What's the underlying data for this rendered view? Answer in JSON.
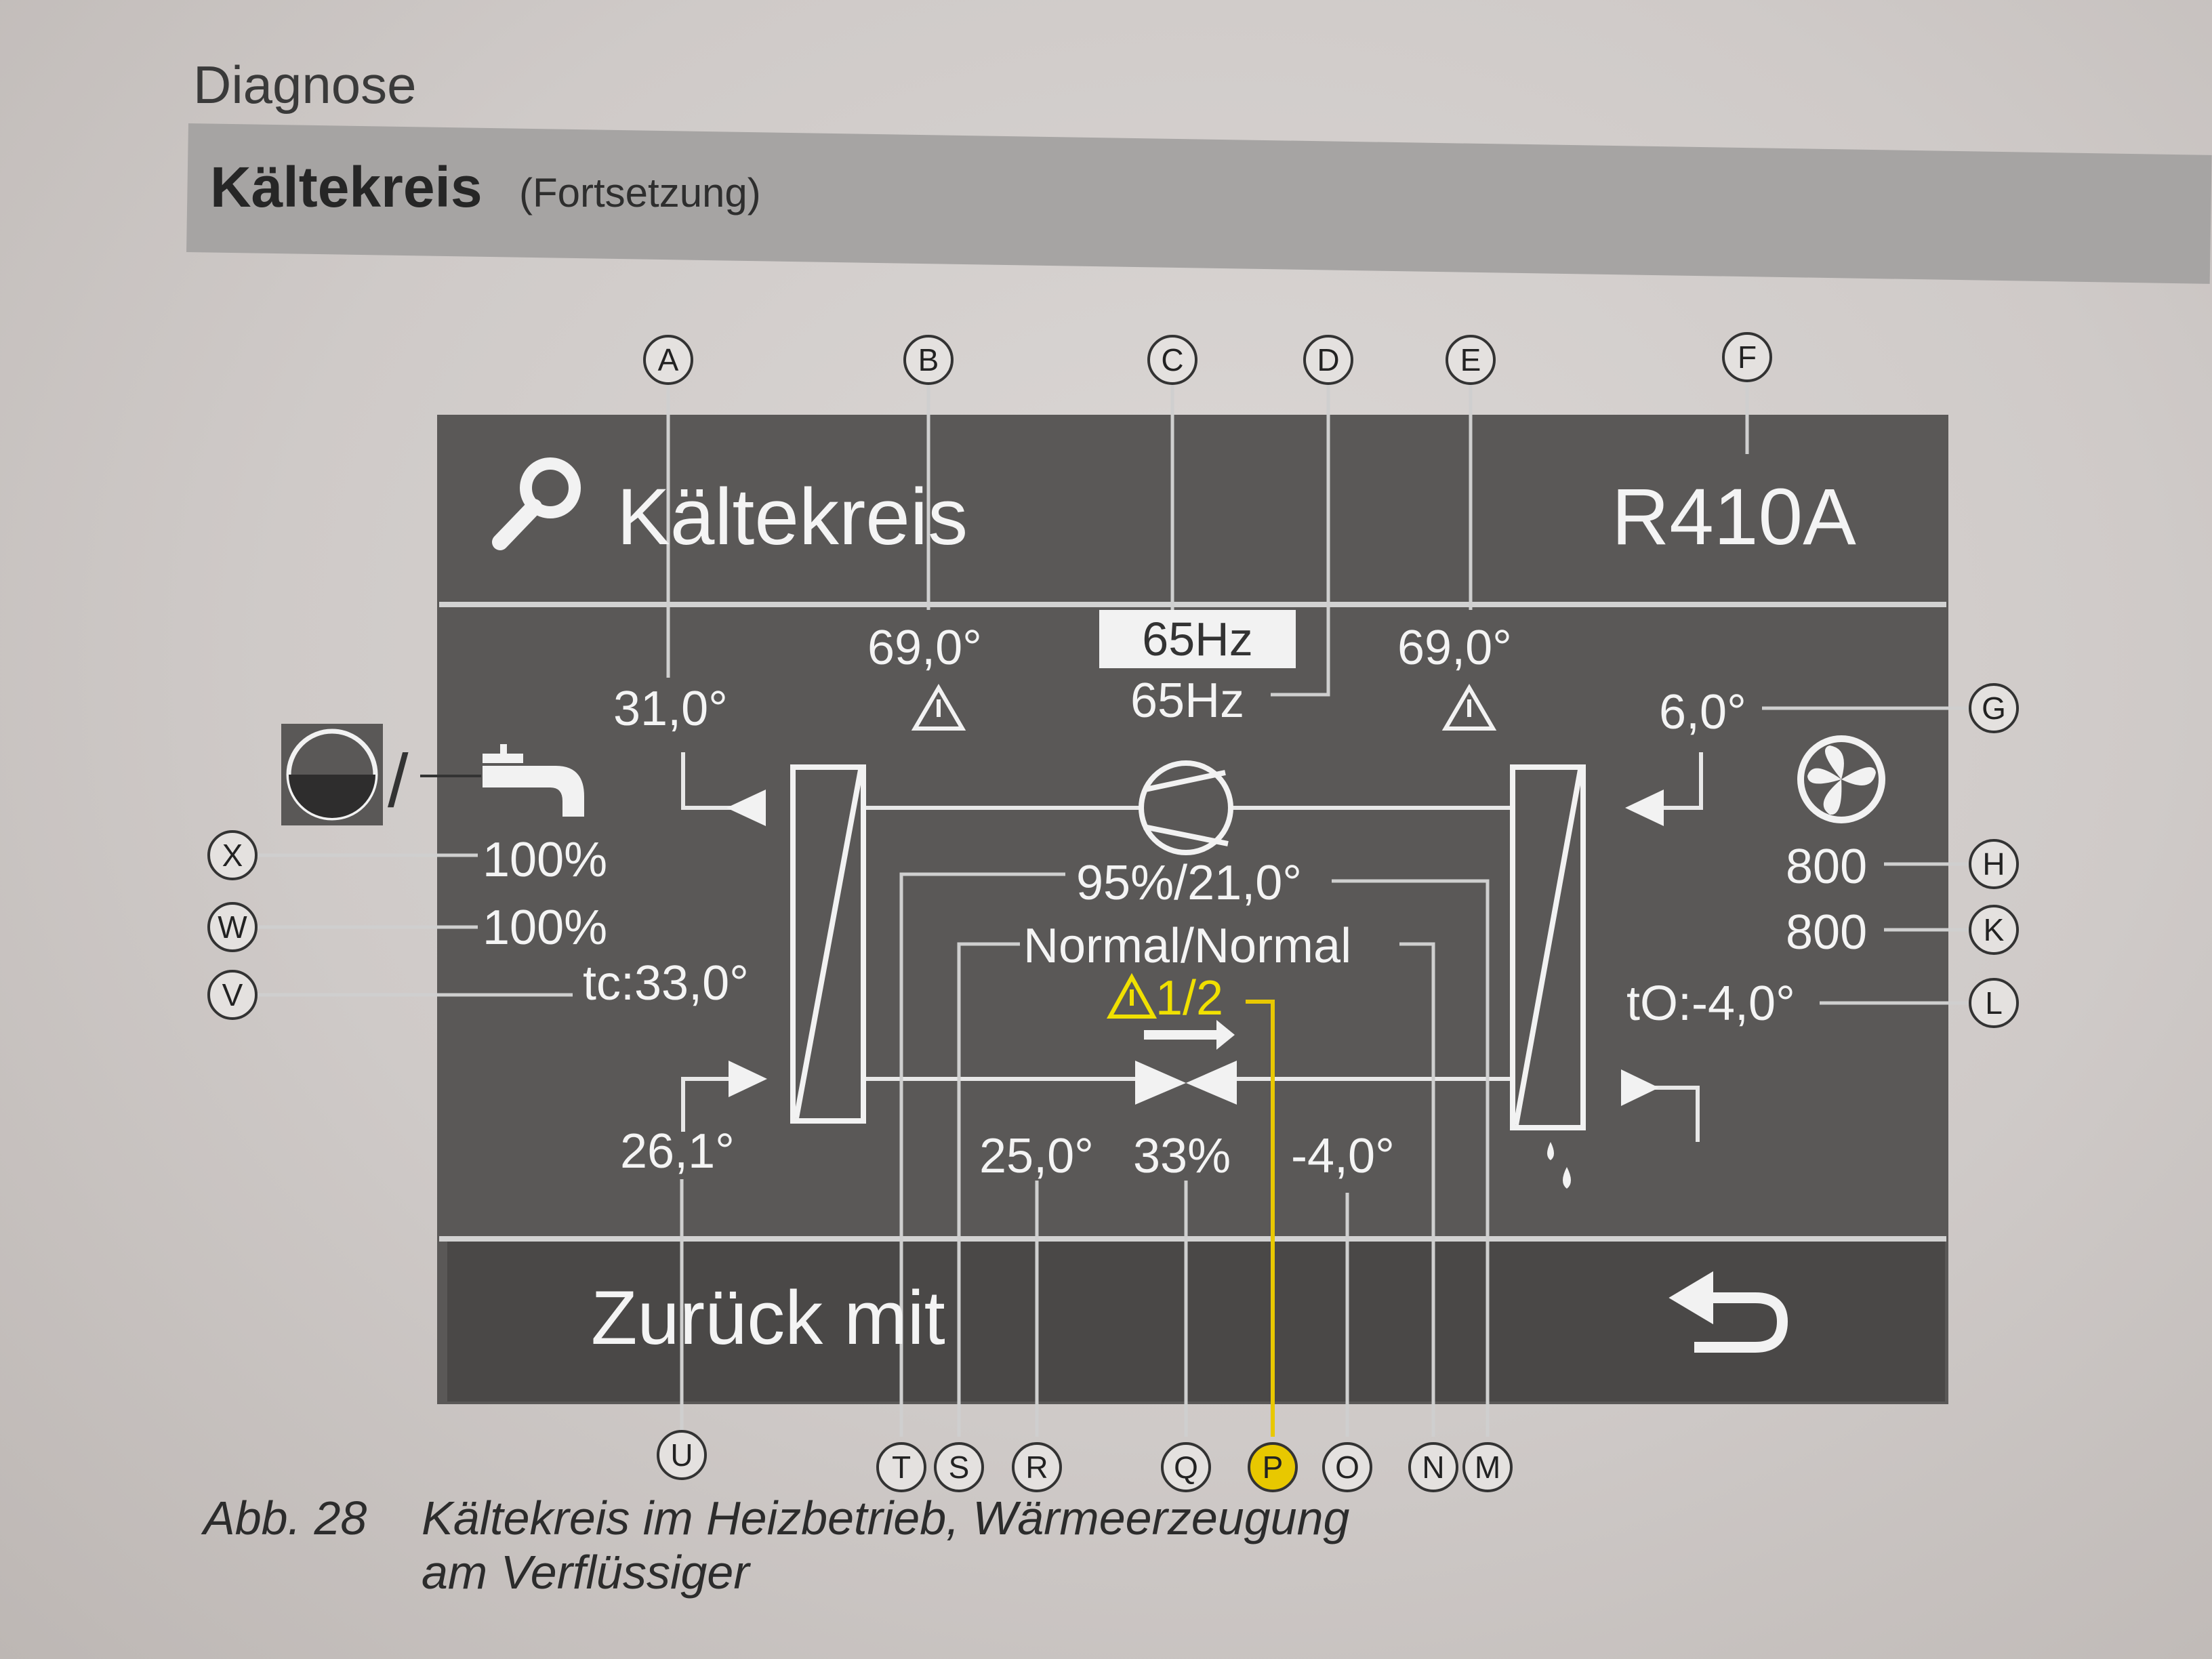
{
  "page": {
    "section_title": "Diagnose",
    "banner_title": "Kältekreis",
    "banner_subtitle": "(Fortsetzung)"
  },
  "screen": {
    "header_title": "Kältekreis",
    "refrigerant": "R410A",
    "footer_text": "Zurück mit",
    "icons": [
      "search-icon",
      "fan-icon",
      "back-arrow-icon",
      "tank-icon",
      "tap-icon",
      "compressor-icon",
      "expansion-valve-icon",
      "condensate-drops-icon",
      "warning-icon"
    ],
    "values": {
      "A": "31,0°",
      "B": "69,0°",
      "C": "65Hz",
      "D": "65Hz",
      "E": "69,0°",
      "G": "6,0°",
      "H": "800",
      "K": "800",
      "L": "tO:-4,0°",
      "M": "95%/21,0°",
      "N": "Normal/Normal",
      "O": "-4,0°",
      "P": "1/2",
      "Q": "33%",
      "R": "25,0°",
      "U": "26,1°",
      "V": "tc:33,0°",
      "W": "100%",
      "X": "100%"
    },
    "separator": "/"
  },
  "callouts": [
    "A",
    "B",
    "C",
    "D",
    "E",
    "F",
    "G",
    "H",
    "K",
    "L",
    "M",
    "N",
    "O",
    "P",
    "Q",
    "R",
    "S",
    "T",
    "U",
    "V",
    "W",
    "X"
  ],
  "caption": {
    "number": "Abb. 28",
    "line1": "Kältekreis im Heizbetrieb, Wärmeerzeugung",
    "line2": "am Verflüssiger"
  }
}
